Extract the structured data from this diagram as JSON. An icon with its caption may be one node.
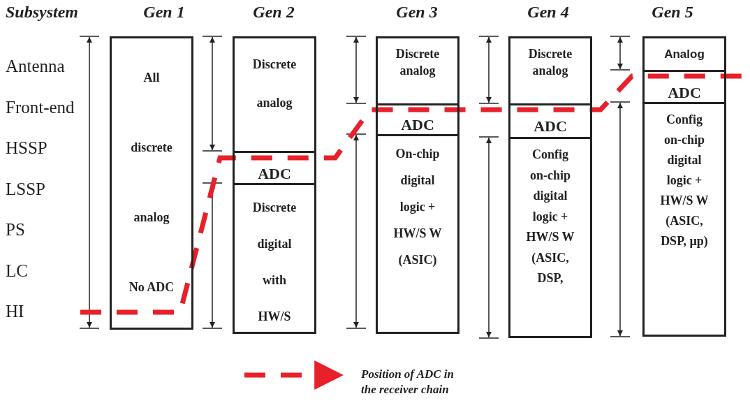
{
  "diagram": {
    "nodes": [
      {
        "text": [
          "All discrete analog",
          "No ADC"
        ]
      },
      {
        "text": [
          "Discrete analog"
        ]
      },
      {
        "text": [
          "ADC"
        ]
      },
      {
        "text": [
          "Discrete digital with HW/S"
        ]
      },
      {
        "text": [
          "Discrete analog"
        ]
      },
      {
        "text": [
          "ADC"
        ]
      },
      {
        "text": [
          "On-chip digital logic + HW/S W (ASIC)"
        ]
      },
      {
        "text": [
          "Discrete analog"
        ]
      },
      {
        "text": [
          "ADC"
        ]
      },
      {
        "text": [
          "Config on-chip digital logic + HW/S W (ASIC, DSP,"
        ]
      },
      {
        "text": [
          "Analog"
        ]
      },
      {
        "text": [
          "ADC"
        ]
      },
      {
        "text": [
          "Config on-chip digital logic + HW/S W (ASIC, DSP, µp)"
        ]
      }
    ],
    "labels": [
      "Subsystem",
      "Gen 1",
      "Gen 2",
      "Gen 3",
      "Gen 4",
      "Gen 5",
      "Antenna",
      "Front-end",
      "HSSP",
      "LSSP",
      "PS",
      "LC",
      "HI"
    ],
    "legend": [
      {
        "text": "Position of ADC in the receiver chain"
      }
    ]
  }
}
